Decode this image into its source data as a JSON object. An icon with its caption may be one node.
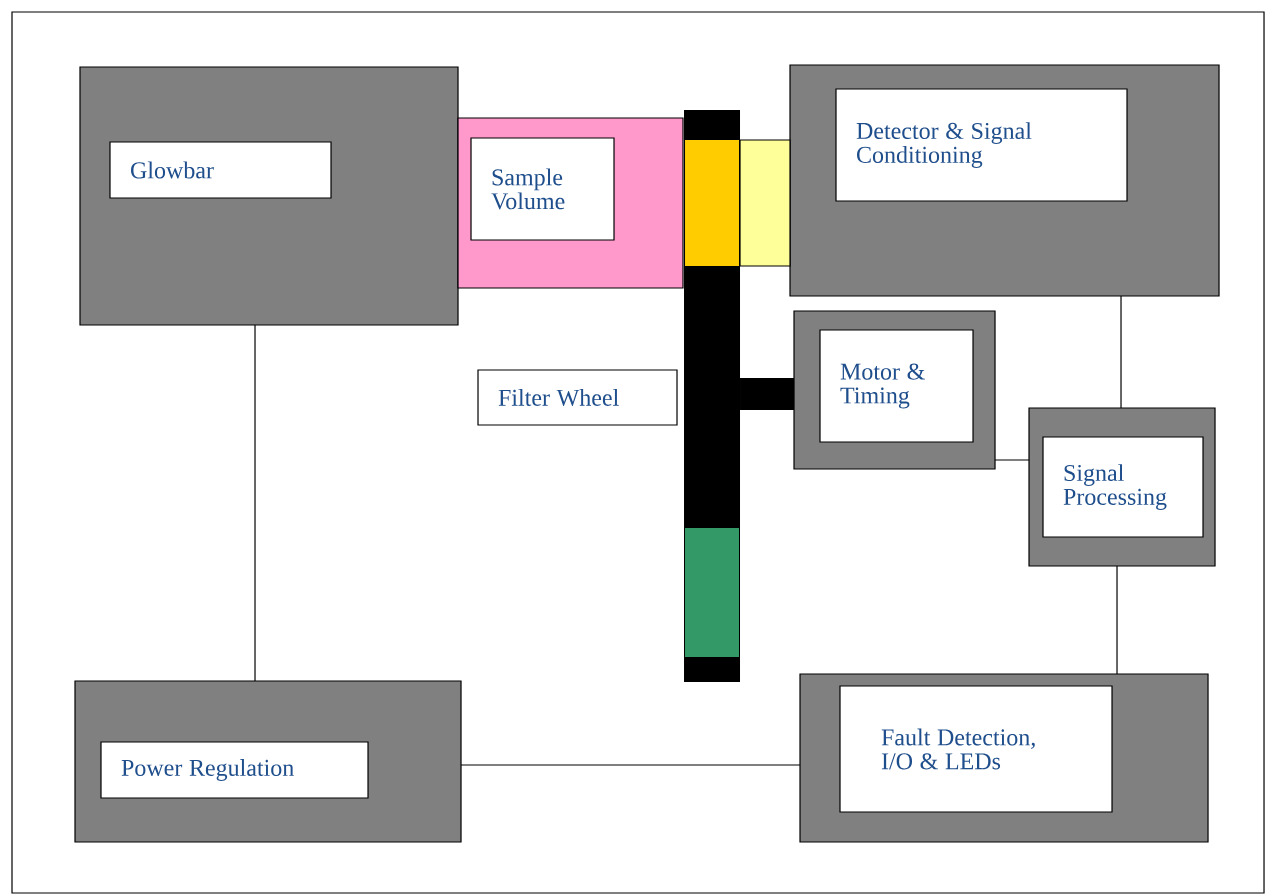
{
  "diagram": {
    "nodes": [
      {
        "text": [],
        "shape": "box"
      },
      {
        "text": [
          "Glowbar"
        ],
        "in": 0
      },
      {
        "text": [],
        "shape": "box"
      },
      {
        "text": [
          "Sample Volume"
        ],
        "in": 2
      },
      {
        "text": [],
        "shape": "box"
      },
      {
        "text": [
          "Detector & Signal Conditioning"
        ],
        "in": 4
      },
      {
        "text": [
          "Filter Wheel"
        ]
      },
      {
        "text": [],
        "shape": "box"
      },
      {
        "text": [
          "Motor & Timing"
        ],
        "in": 7
      },
      {
        "text": [],
        "shape": "box"
      },
      {
        "text": [
          "Signal Processing"
        ],
        "in": 9
      },
      {
        "text": [],
        "shape": "box"
      },
      {
        "text": [
          "Power Regulation"
        ],
        "in": 11
      },
      {
        "text": [],
        "shape": "box"
      },
      {
        "text": [
          "Fault Detection, I/O & LEDs"
        ],
        "in": 13
      }
    ],
    "edges": [
      {
        "from": 0,
        "to": 11,
        "arrow": "none"
      },
      {
        "from": 11,
        "to": 13,
        "arrow": "none"
      },
      {
        "from": 13,
        "to": 9,
        "arrow": "none"
      },
      {
        "from": 9,
        "to": 4,
        "arrow": "none"
      },
      {
        "from": 7,
        "to": 9,
        "arrow": "none"
      }
    ]
  }
}
